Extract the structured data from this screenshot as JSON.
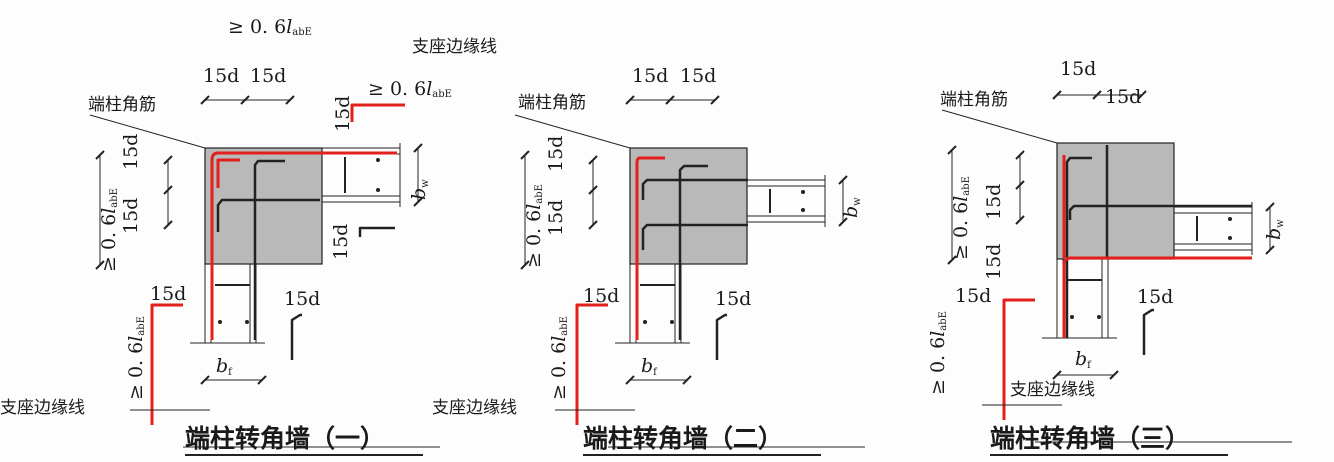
{
  "symbols": {
    "anchorage": {
      "prefix": "≥ 0. 6",
      "l": "l",
      "sub": "abE"
    },
    "bw": {
      "b": "b",
      "sub": "w"
    },
    "bf": {
      "b": "b",
      "sub": "f"
    }
  },
  "diagrams": [
    {
      "title": "端柱转角墙（一）",
      "corner_bar": "端柱角筋",
      "edge_line": [
        "支座边缘线",
        "支座边缘线"
      ],
      "dims": [
        "15d",
        "15d",
        "15d",
        "15d",
        "15d",
        "15d",
        "15d",
        "15d"
      ]
    },
    {
      "title": "端柱转角墙（二）",
      "corner_bar": "端柱角筋",
      "edge_line": [
        "支座边缘线"
      ],
      "dims": [
        "15d",
        "15d",
        "15d",
        "15d",
        "15d",
        "15d"
      ]
    },
    {
      "title": "端柱转角墙（三）",
      "corner_bar": "端柱角筋",
      "edge_line": [
        "支座边缘线"
      ],
      "dims": [
        "15d",
        "15d",
        "15d",
        "15d",
        "15d",
        "15d"
      ]
    }
  ],
  "colors": {
    "rebar_highlight": "#e3201b",
    "concrete": "#b9b9b9",
    "line": "#222222"
  }
}
